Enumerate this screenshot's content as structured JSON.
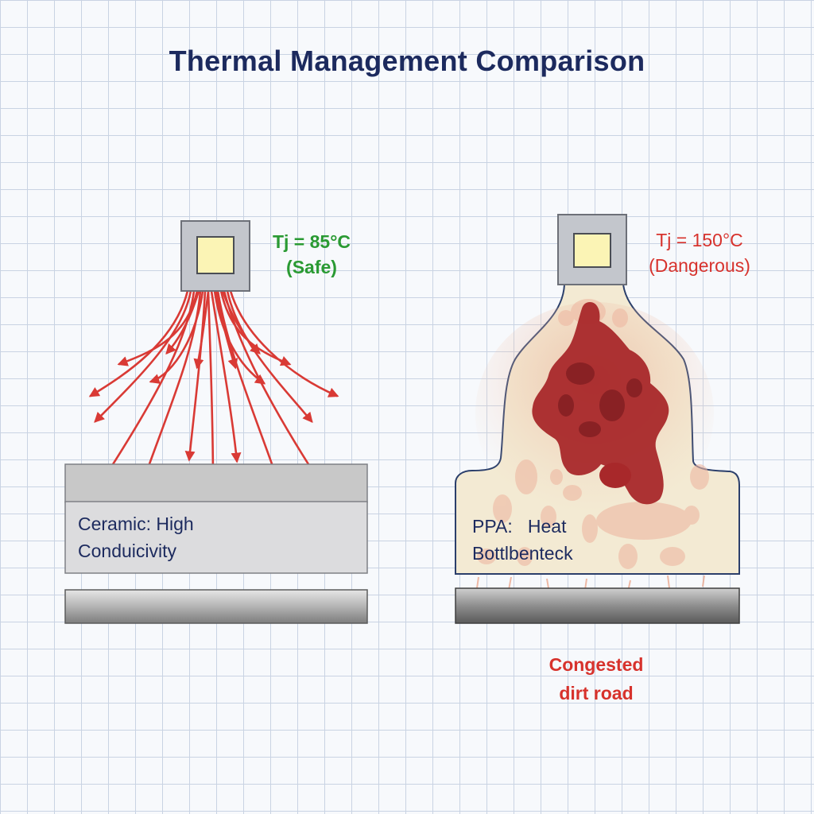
{
  "title": "Thermal Management Comparison",
  "left_panel": {
    "temperature": "Tj = 85°C",
    "status": "(Safe)",
    "substrate_line1": "Ceramic: High",
    "substrate_line2": "Conduicivity",
    "temp_color": "#2a9a33"
  },
  "right_panel": {
    "temperature": "Tj = 150°C",
    "status": "(Dangerous)",
    "substrate_line1": "PPA:   Heat",
    "substrate_line2": "Bottlbenteck",
    "note_line1": "Congested",
    "note_line2": "dirt road",
    "temp_color": "#d7322c"
  },
  "colors": {
    "title": "#1c2a5e",
    "heat_arrow": "#d93a35",
    "hotspot": "#a8282a",
    "chip_die": "#fbf4b5"
  }
}
